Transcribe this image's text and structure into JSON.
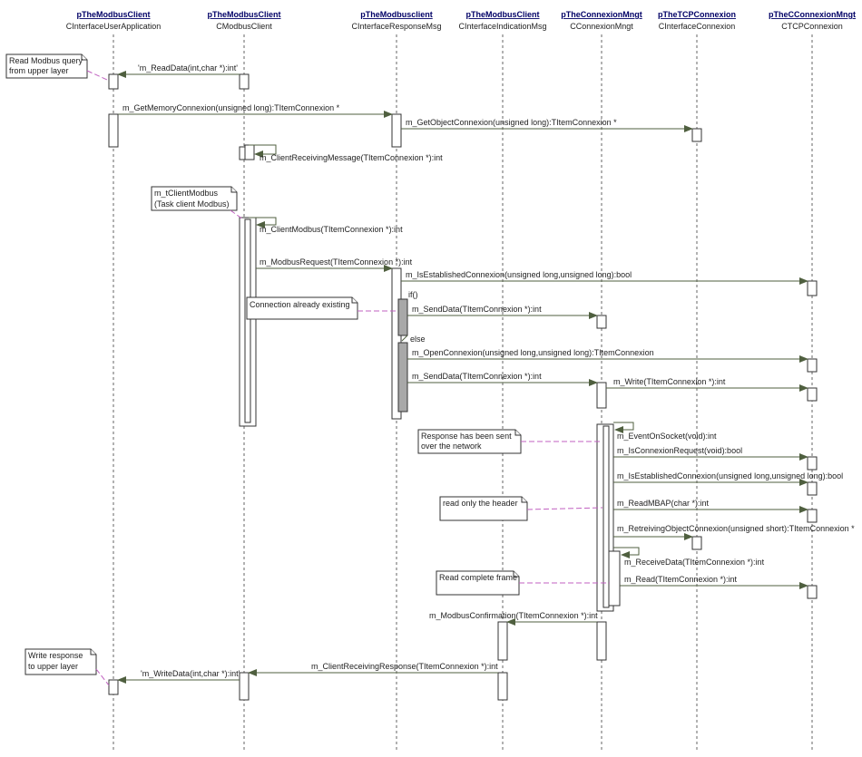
{
  "objects": [
    {
      "name": "pTheModbusClient",
      "cls": "CInterfaceUserApplication"
    },
    {
      "name": "pTheModbusClient",
      "cls": "CModbusClient"
    },
    {
      "name": "pTheModbusclient",
      "cls": "CInterfaceResponseMsg"
    },
    {
      "name": "pTheModbusClient",
      "cls": "CInterfaceIndicationMsg"
    },
    {
      "name": "pTheConnexionMngt",
      "cls": "CConnexionMngt"
    },
    {
      "name": "pTheTCPConnexion",
      "cls": "CInterfaceConnexion"
    },
    {
      "name": "pTheCConnexionMngt",
      "cls": "CTCPConnexion"
    }
  ],
  "messages": [
    "'m_ReadData(int,char *):int'",
    "m_GetMemoryConnexion(unsigned long):TItemConnexion *",
    "m_GetObjectConnexion(unsigned long):TItemConnexion *",
    "m_ClientReceivingMessage(TItemConnexion *):int",
    "m_ClientModbus(TItemConnexion *):int",
    "m_ModbusRequest(TItemConnexion *):int",
    "m_IsEstablishedConnexion(unsigned long,unsigned long):bool",
    "m_SendData(TItemConnexion *):int",
    "m_OpenConnexion(unsigned long,unsigned long):TItemConnexion",
    "m_SendData(TItemConnexion *):int",
    "m_Write(TItemConnexion *):int",
    "m_EventOnSocket(void):int",
    "m_IsConnexionRequest(void):bool",
    "m_IsEstablishedConnexion(unsigned long,unsigned long):bool",
    "m_ReadMBAP(char *):int",
    "m_RetreivingObjectConnexion(unsigned short):TItemConnexion *",
    "m_ReceiveData(TItemConnexion *):int",
    "m_Read(TItemConnexion *):int",
    "m_ModbusConfirmation(TItemConnexion *):int",
    "m_ClientReceivingResponse(TItemConnexion *):int",
    "'m_WriteData(int,char *):int'"
  ],
  "guards": [
    "if()",
    "else"
  ],
  "notes": [
    [
      "Read Modbus query",
      "from upper layer"
    ],
    [
      "m_tClientModbus",
      "(Task client Modbus)"
    ],
    [
      "Connection already existing"
    ],
    [
      "Response has been sent",
      "over the network"
    ],
    [
      "read only the header"
    ],
    [
      "Read complete frame"
    ],
    [
      "Write response",
      "to upper layer"
    ]
  ]
}
